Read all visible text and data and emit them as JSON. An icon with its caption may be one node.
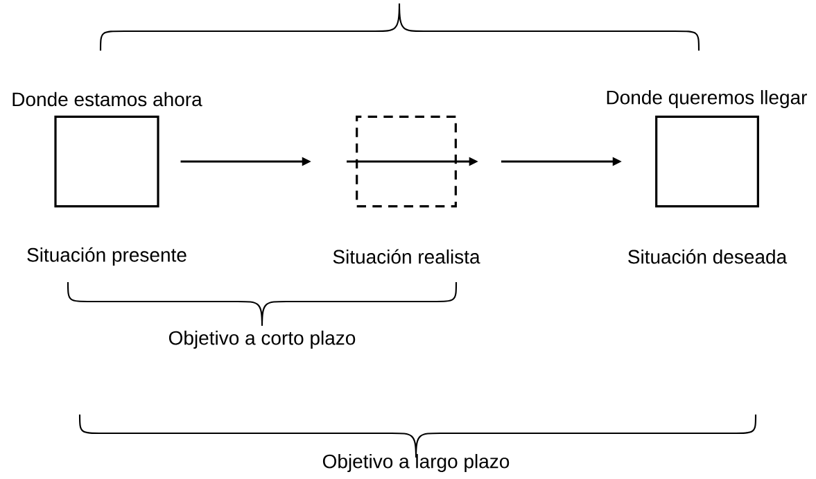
{
  "diagram": {
    "nodes": [
      {
        "text": [],
        "shape": "box",
        "beside": [
          "Donde estamos ahora",
          "Situación presente"
        ]
      },
      {
        "text": [],
        "shape": "box",
        "beside": [
          "Situación realista"
        ]
      },
      {
        "text": [],
        "shape": "box",
        "beside": [
          "Donde queremos llegar",
          "Situación deseada"
        ]
      }
    ],
    "edges": [
      {
        "from": 0,
        "to": 1,
        "arrow": "to"
      },
      {
        "from": 1,
        "to": 2,
        "arrow": "to"
      }
    ],
    "labels": [
      "Objetivo a corto plazo",
      "Objetivo a largo plazo"
    ]
  }
}
